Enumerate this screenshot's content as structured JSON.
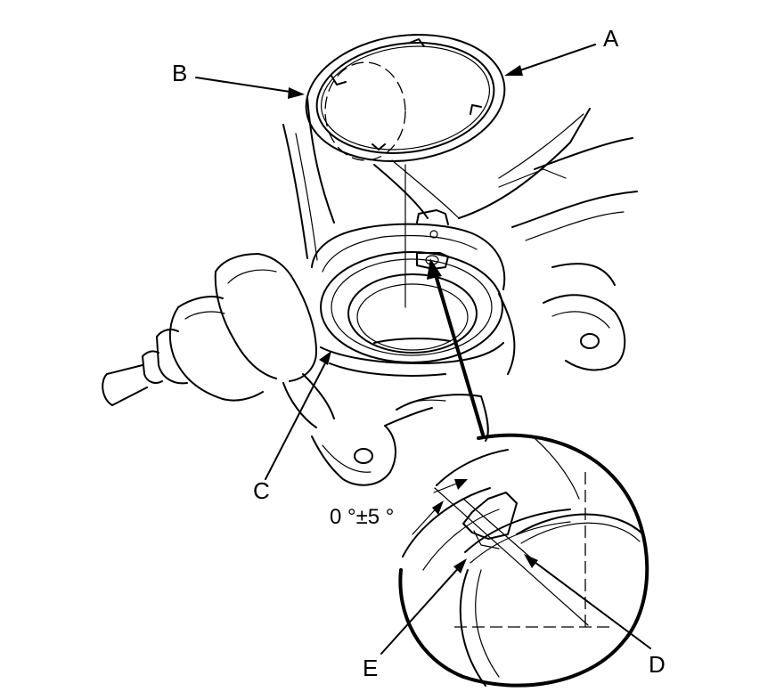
{
  "callouts": {
    "a": "A",
    "b": "B",
    "c": "C",
    "d": "D",
    "e": "E"
  },
  "angle_spec": "0 °±5 °"
}
